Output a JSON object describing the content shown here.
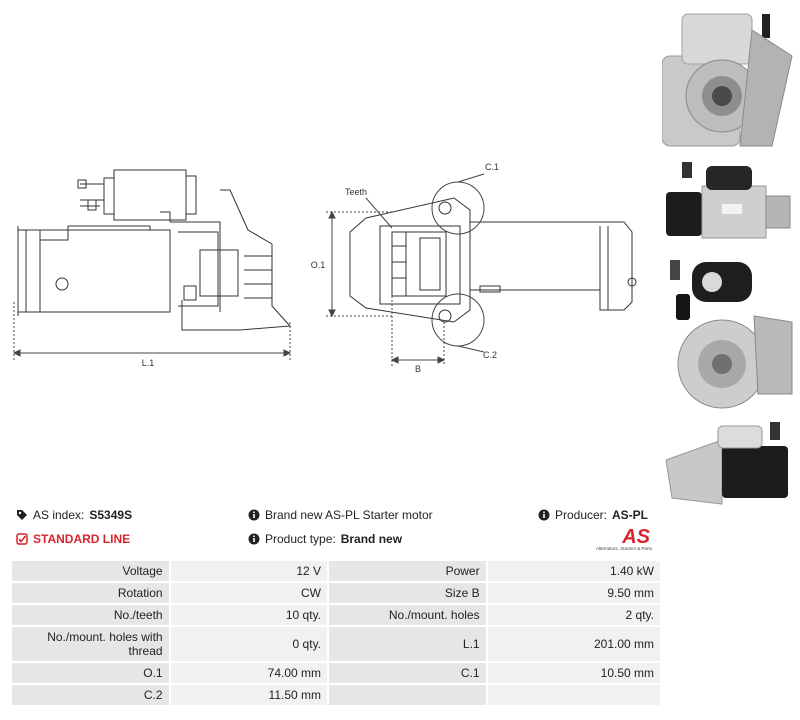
{
  "drawing": {
    "label_l1": "L.1",
    "label_o1": "O.1",
    "label_c1": "C.1",
    "label_c2": "C.2",
    "label_teeth": "Teeth",
    "label_b": "B"
  },
  "info": {
    "as_index_label": "AS index:",
    "as_index_value": "S5349S",
    "standard_line": "STANDARD LINE",
    "description": "Brand new AS-PL Starter motor",
    "product_type_label": "Product type:",
    "product_type_value": "Brand new",
    "producer_label": "Producer:",
    "producer_value": "AS-PL"
  },
  "logo": {
    "text": "AS",
    "subtitle": "Alternators, Starters & Parts",
    "accent_color": "#d9232d"
  },
  "specs": [
    {
      "k1": "Voltage",
      "v1": "12 V",
      "k2": "Power",
      "v2": "1.40 kW"
    },
    {
      "k1": "Rotation",
      "v1": "CW",
      "k2": "Size B",
      "v2": "9.50 mm"
    },
    {
      "k1": "No./teeth",
      "v1": "10 qty.",
      "k2": "No./mount. holes",
      "v2": "2 qty."
    },
    {
      "k1": "No./mount. holes with thread",
      "v1": "0 qty.",
      "k2": "L.1",
      "v2": "201.00 mm"
    },
    {
      "k1": "O.1",
      "v1": "74.00 mm",
      "k2": "C.1",
      "v2": "10.50 mm"
    },
    {
      "k1": "C.2",
      "v1": "11.50 mm",
      "k2": "",
      "v2": ""
    }
  ]
}
